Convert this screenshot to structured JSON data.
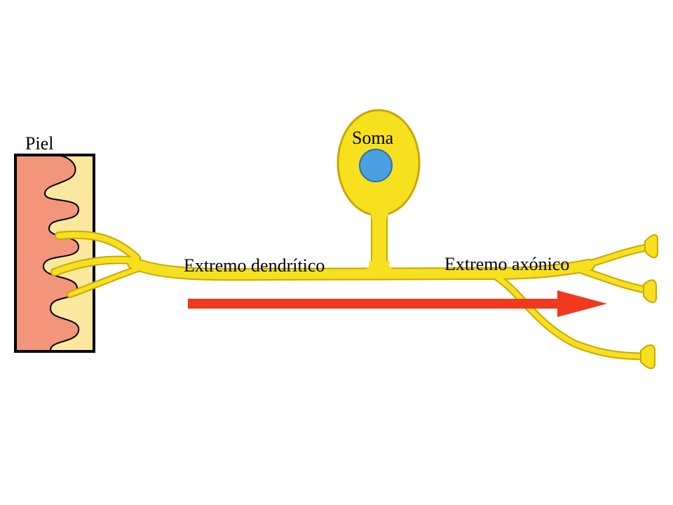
{
  "labels": {
    "skin": "Piel",
    "soma": "Soma",
    "dendritic_end": "Extremo dendrítico",
    "axonic_end": "Extremo axónico"
  },
  "colors": {
    "neuron_fill": "#f7e11e",
    "neuron_outline": "#c8a800",
    "nucleus_fill": "#4aa0e0",
    "skin_dermis": "#f2957a",
    "skin_epidermis": "#fbe79e",
    "arrow": "#f0391e",
    "border": "#000000"
  },
  "arrow": {
    "direction": "left-to-right"
  }
}
